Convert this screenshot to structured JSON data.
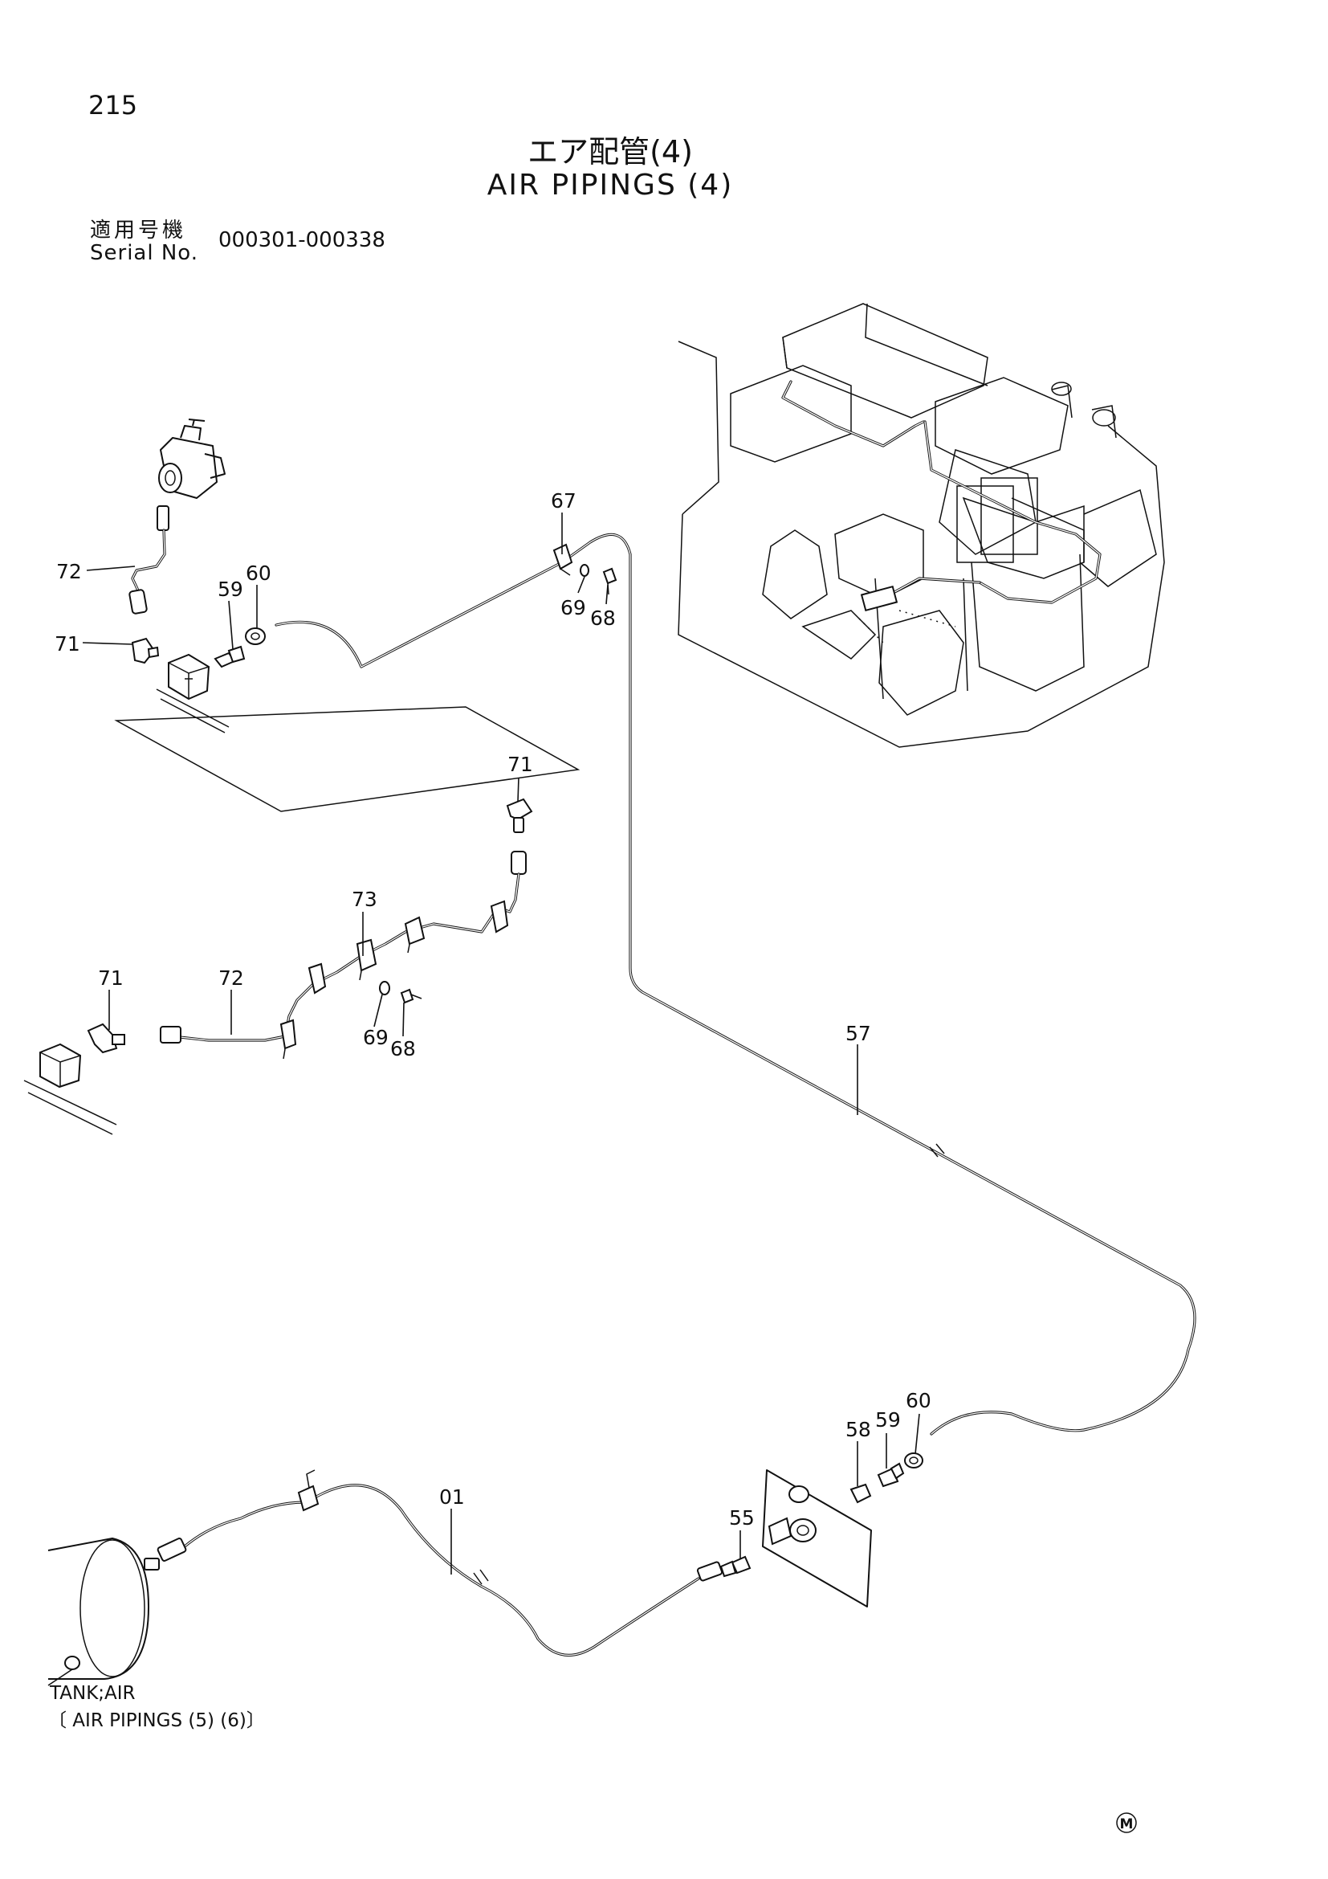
{
  "header": {
    "page_number": "215",
    "title_jp": "エア配管(4)",
    "title_en": "AIR PIPINGS (4)",
    "serial_label_jp": "適用号機",
    "serial_label_en": "Serial No.",
    "serial_range": "000301-000338"
  },
  "callouts": {
    "c67": "67",
    "c60_top": "60",
    "c59_top": "59",
    "c72_top": "72",
    "c71_top": "71",
    "c69_top": "69",
    "c68_top": "68",
    "c71_mid": "71",
    "c73": "73",
    "c71_left": "71",
    "c72_left": "72",
    "c69_mid": "69",
    "c68_mid": "68",
    "c57": "57",
    "c60_bottom": "60",
    "c59_bottom": "59",
    "c58": "58",
    "c55": "55",
    "c01": "01"
  },
  "notes": {
    "tank_label": "TANK;AIR",
    "tank_ref": "〔 AIR PIPINGS (5) (6)〕",
    "maker_mark": "M"
  }
}
